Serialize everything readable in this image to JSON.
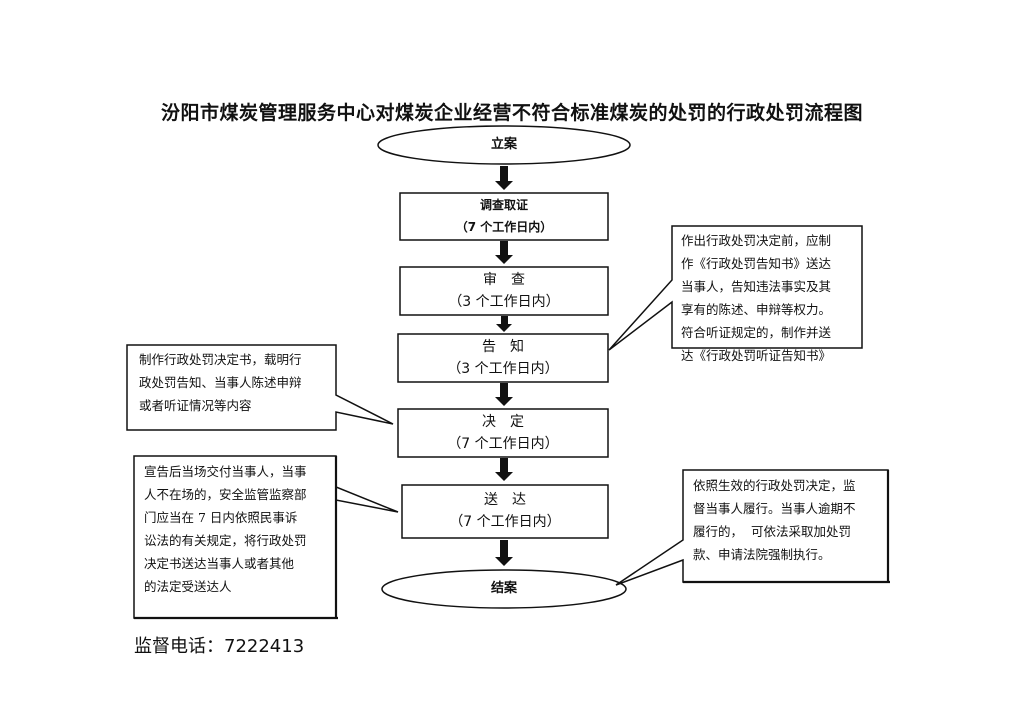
{
  "title": "汾阳市煤炭管理服务中心对煤炭企业经营不符合标准煤炭的处罚的行政处罚流程图",
  "steps": {
    "start": "立案",
    "investigate": {
      "name": "调查取证",
      "time": "（7 个工作日内）"
    },
    "review": {
      "name": "审　查",
      "time": "（3 个工作日内）"
    },
    "notify": {
      "name": "告　知",
      "time": "（3 个工作日内）"
    },
    "decide": {
      "name": "决　定",
      "time": "（7 个工作日内）"
    },
    "deliver": {
      "name": "送　达",
      "time": "（7 个工作日内）"
    },
    "end": "结案"
  },
  "notes": {
    "notify_note": "作出行政处罚决定前，应制\n作《行政处罚告知书》送达\n当事人，告知违法事实及其\n享有的陈述、申辩等权力。\n符合听证规定的，制作并送\n达《行政处罚听证告知书》",
    "decide_note": "制作行政处罚决定书，载明行\n政处罚告知、当事人陈述申辩\n或者听证情况等内容",
    "deliver_note": "宣告后当场交付当事人，当事\n人不在场的，安全监管监察部\n门应当在 7 日内依照民事诉\n讼法的有关规定，将行政处罚\n决定书送达当事人或者其他\n的法定受送达人",
    "end_note": "依照生效的行政处罚决定，监\n督当事人履行。当事人逾期不\n履行的，  可依法采取加处罚\n款、申请法院强制执行。"
  },
  "footer": {
    "phone": "监督电话：7222413"
  }
}
